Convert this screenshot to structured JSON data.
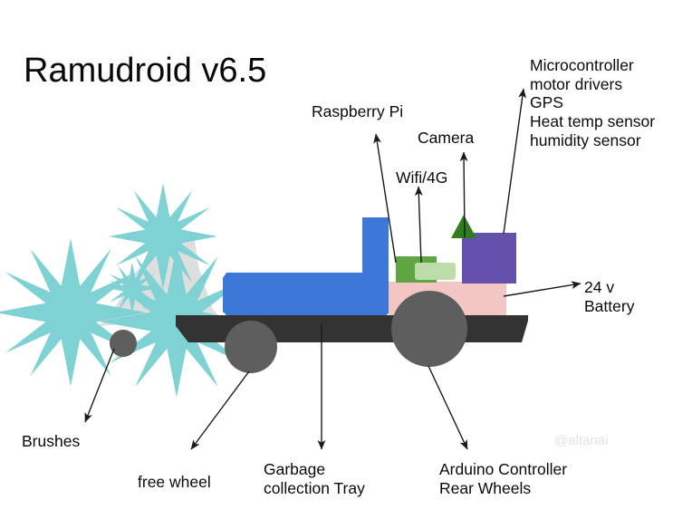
{
  "title": "Ramudroid v6.5",
  "watermark": "@altanai",
  "labels": {
    "raspberry_pi": "Raspberry Pi",
    "camera": "Camera",
    "wifi": "Wifi/4G",
    "controller_stack": "Microcontroller\nmotor drivers\nGPS\nHeat temp sensor\nhumidity sensor",
    "battery": "24 v\nBattery",
    "brushes": "Brushes",
    "free_wheel": "free wheel",
    "garbage_tray": "Garbage\ncollection Tray",
    "arduino_rear_wheels": "Arduino Controller\nRear Wheels"
  },
  "colors": {
    "background": "#ffffff",
    "brush_teal": "#7ed2d4",
    "brush_shadow": "#d8d8d8",
    "tray_blue": "#3b78d8",
    "chassis_dark": "#333333",
    "wheel_grey": "#5e5e5e",
    "battery_pink": "#f2c6c3",
    "controller_purple": "#6451ac",
    "module_green": "#5fa544",
    "module_light_green": "#bcdca9",
    "antenna_green": "#2f7d1f",
    "arrow": "#1a1a1a",
    "watermark_grey": "#e2e2e2",
    "text": "#0a0a0a"
  },
  "parts": [
    {
      "name": "brushes",
      "shape": "spiked-stars",
      "count": 4
    },
    {
      "name": "free-wheel",
      "shape": "circle"
    },
    {
      "name": "garbage-collection-tray",
      "shape": "L-bar"
    },
    {
      "name": "chassis",
      "shape": "beam"
    },
    {
      "name": "rear-wheel",
      "shape": "circle"
    },
    {
      "name": "battery-24v",
      "shape": "rect"
    },
    {
      "name": "microcontroller-stack",
      "shape": "rect"
    },
    {
      "name": "raspberry-pi-module",
      "shape": "rect"
    },
    {
      "name": "wifi-module",
      "shape": "rect"
    },
    {
      "name": "camera-antenna",
      "shape": "triangle"
    }
  ]
}
